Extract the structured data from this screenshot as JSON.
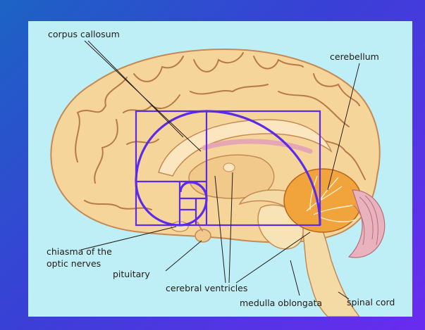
{
  "labels": {
    "corpus_callosum": "corpus callosum",
    "cerebellum": "cerebellum",
    "chiasma_line1": "chiasma of the",
    "chiasma_line2": "optic nerves",
    "pituitary": "pituitary",
    "cerebral_ventricles": "cerebral ventricles",
    "medulla_oblongata": "medulla oblongata",
    "spinal_cord": "spinal cord"
  },
  "colors": {
    "background_gradient_start": "#1c63c4",
    "background_gradient_end": "#6a2bf0",
    "panel": "#bfeff6",
    "brain_tissue": "#f6d59a",
    "brain_fold_line": "#b77a49",
    "cerebellum": "#f2a43c",
    "brainstem": "#f4dba6",
    "spinal_cord_pink": "#e6a7b4",
    "golden_overlay": "#5a2be8",
    "label_text": "#231b16"
  },
  "icons": [
    "brain-illustration",
    "golden-ratio-spiral-overlay"
  ]
}
